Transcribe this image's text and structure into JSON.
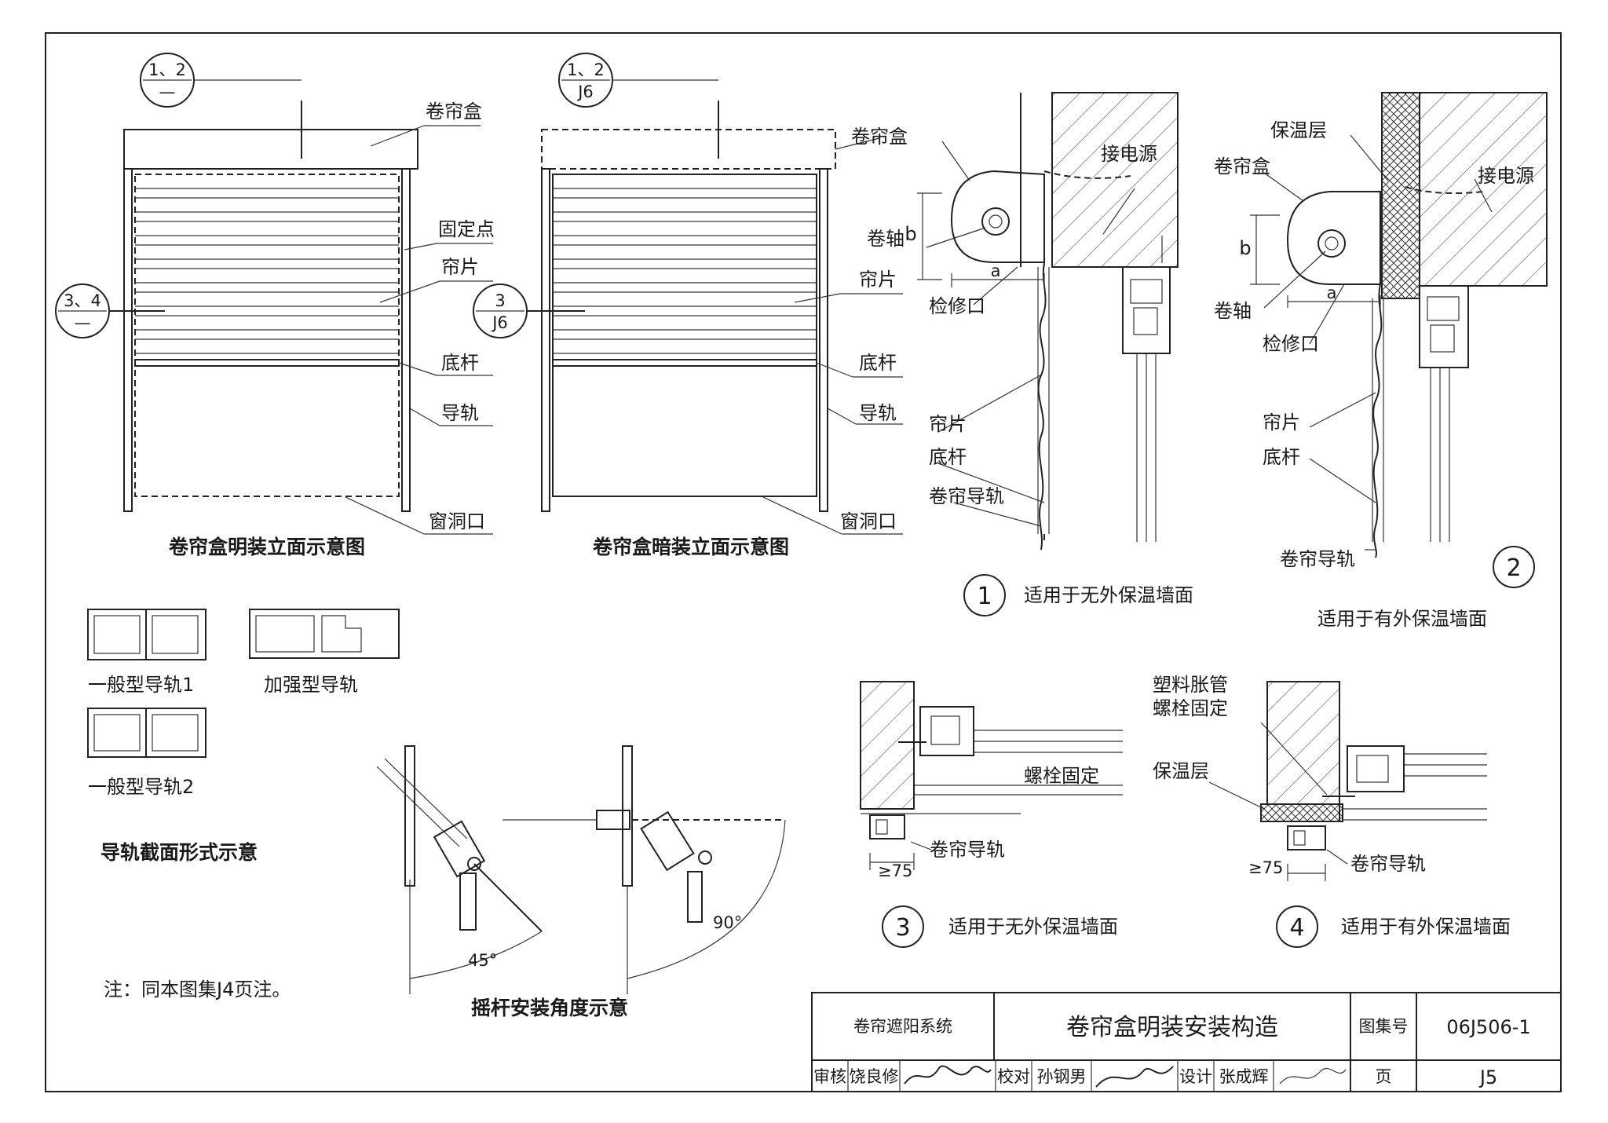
{
  "elevation_left": {
    "caption": "卷帘盒明装立面示意图",
    "ref_top_num": "1、2",
    "ref_top_den": "—",
    "ref_side_num": "3、4",
    "ref_side_den": "—",
    "labels": {
      "box": "卷帘盒",
      "fix": "固定点",
      "slat": "帘片",
      "bottom": "底杆",
      "rail": "导轨",
      "opening": "窗洞口"
    }
  },
  "elevation_right": {
    "caption": "卷帘盒暗装立面示意图",
    "ref_top_num": "1、2",
    "ref_top_den": "J6",
    "ref_side_num": "3",
    "ref_side_den": "J6",
    "labels": {
      "slat": "帘片",
      "bottom": "底杆",
      "rail": "导轨",
      "opening": "窗洞口"
    }
  },
  "detail1": {
    "num": "1",
    "desc": "适用于无外保温墙面",
    "labels": {
      "box": "卷帘盒",
      "shaft": "卷轴",
      "b": "b",
      "a": "a",
      "hatch": "检修口",
      "slat": "帘片",
      "bottom": "底杆",
      "rail": "卷帘导轨",
      "power": "接电源"
    }
  },
  "detail2": {
    "num": "2",
    "desc": "适用于有外保温墙面",
    "labels": {
      "insulation": "保温层",
      "box": "卷帘盒",
      "b": "b",
      "a": "a",
      "shaft": "卷轴",
      "hatch": "检修口",
      "slat": "帘片",
      "bottom": "底杆",
      "rail": "卷帘导轨",
      "power": "接电源"
    }
  },
  "detail3": {
    "num": "3",
    "desc": "适用于无外保温墙面",
    "labels": {
      "bolt": "螺栓固定",
      "rail": "卷帘导轨",
      "dim": "≥75"
    }
  },
  "detail4": {
    "num": "4",
    "desc": "适用于有外保温墙面",
    "labels": {
      "anchor1": "塑料胀管",
      "anchor2": "螺栓固定",
      "insulation": "保温层",
      "rail": "卷帘导轨",
      "dim": "≥75"
    }
  },
  "rail_sections": {
    "caption": "导轨截面形式示意",
    "labels": {
      "general1": "一般型导轨1",
      "reinforced": "加强型导轨",
      "general2": "一般型导轨2"
    }
  },
  "crank": {
    "caption": "摇杆安装角度示意",
    "angle1": "45°",
    "angle2": "90°"
  },
  "note": "注：同本图集J4页注。",
  "title_block": {
    "system": "卷帘遮阳系统",
    "title": "卷帘盒明装安装构造",
    "atlas_label": "图集号",
    "atlas_no": "06J506-1",
    "review_label": "审核",
    "reviewer": "饶良修",
    "check_label": "校对",
    "checker": "孙钢男",
    "design_label": "设计",
    "designer": "张成辉",
    "page_label": "页",
    "page_no": "J5"
  }
}
